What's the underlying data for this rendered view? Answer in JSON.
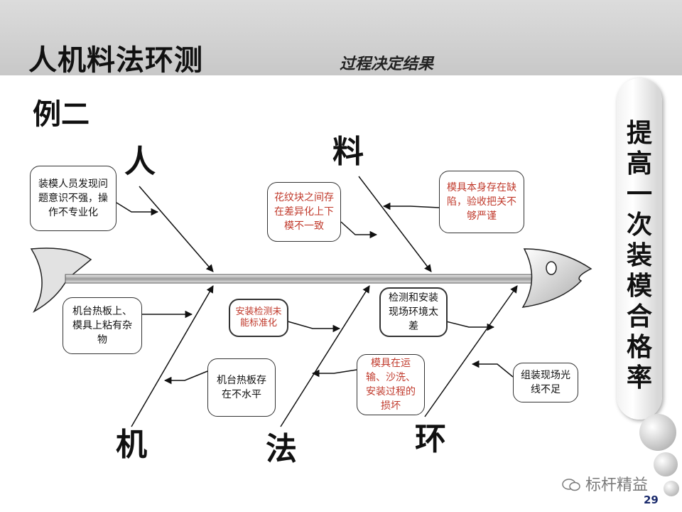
{
  "header": {
    "title": "人机料法环测",
    "subtitle": "过程决定结果"
  },
  "example_label": "例二",
  "side_banner": "提高一次装模合格率",
  "categories": {
    "man": "人",
    "material": "料",
    "machine": "机",
    "method": "法",
    "environment": "环"
  },
  "causes": {
    "man_1": "装模人员发现问题意识不强，操作不专业化",
    "material_1": "花纹块之间存在差异化上下模不一致",
    "material_2": "模具本身存在缺陷，验收把关不够严谨",
    "machine_1": "机台热板上、模具上粘有杂物",
    "machine_2": "机台热板存在不水平",
    "method_1": "安装检测未能标准化",
    "method_2": "模具在运输、沙洗、安装过程的损坏",
    "measure_1": "检测和安装现场环境太差",
    "environment_1": "组装现场光线不足"
  },
  "watermark": "标杆精益",
  "page_number": "29",
  "colors": {
    "red_text": "#c0392b",
    "header_band": "#d0d0d0",
    "page_number": "#1a2a6c"
  }
}
